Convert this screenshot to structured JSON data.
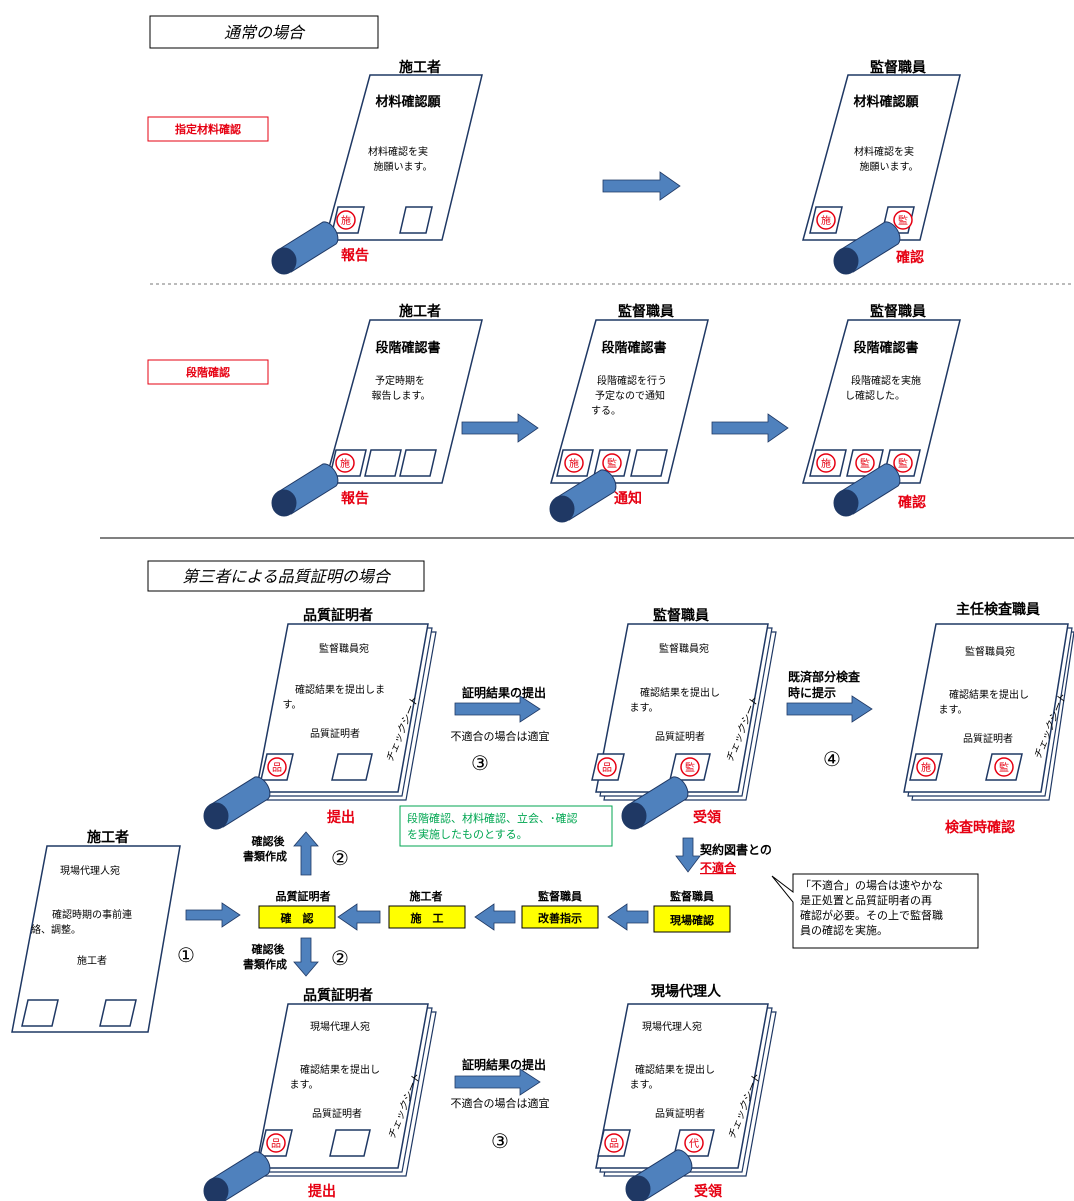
{
  "sections": {
    "normal": "通常の場合",
    "third_party": "第三者による品質証明の場合"
  },
  "normal": {
    "material_label": "指定材料確認",
    "stage_label": "段階確認",
    "mat_doc1": {
      "header": "施工者",
      "title": "材料確認願",
      "body1": "材料確認を実",
      "body2": "施願います。",
      "stamp1": "施",
      "caption": "報告"
    },
    "mat_doc2": {
      "header": "監督職員",
      "title": "材料確認願",
      "body1": "材料確認を実",
      "body2": "施願います。",
      "stamp1": "施",
      "stamp2": "監",
      "caption": "確認"
    },
    "stage_doc1": {
      "header": "施工者",
      "title": "段階確認書",
      "body1": "予定時期を",
      "body2": "報告します。",
      "stamp1": "施",
      "caption": "報告"
    },
    "stage_doc2": {
      "header": "監督職員",
      "title": "段階確認書",
      "body1": "段階確認を行う",
      "body2": "予定なので通知",
      "body3": "する。",
      "stamp1": "施",
      "stamp2": "監",
      "caption": "通知"
    },
    "stage_doc3": {
      "header": "監督職員",
      "title": "段階確認書",
      "body1": "段階確認を実施",
      "body2": "し確認した。",
      "stamp1": "施",
      "stamp2": "監",
      "stamp3": "監",
      "caption": "確認"
    }
  },
  "third": {
    "doc_qc_top": {
      "header": "品質証明者",
      "line1": "監督職員宛",
      "line2": "確認結果を提出しま",
      "line3": "す。",
      "line4": "品質証明者",
      "side": "チェックシート",
      "stamp1": "品",
      "caption": "提出"
    },
    "doc_sup_top": {
      "header": "監督職員",
      "line1": "監督職員宛",
      "line2": "確認結果を提出し",
      "line3": "ます。",
      "line4": "品質証明者",
      "side": "チェックシート",
      "stamp1": "品",
      "stamp2": "監",
      "caption": "受領"
    },
    "doc_chief": {
      "header": "主任検査職員",
      "line1": "監督職員宛",
      "line2": "確認結果を提出し",
      "line3": "ます。",
      "line4": "品質証明者",
      "side": "チェックシート",
      "stamp1": "施",
      "stamp2": "監",
      "caption": "検査時確認"
    },
    "doc_contractor": {
      "header": "施工者",
      "line1": "現場代理人宛",
      "line2": "確認時期の事前連",
      "line3": "絡、調整。",
      "line4": "施工者"
    },
    "doc_qc_bottom": {
      "header": "品質証明者",
      "line1": "現場代理人宛",
      "line2": "確認結果を提出し",
      "line3": "ます。",
      "line4": "品質証明者",
      "side": "チェックシート",
      "stamp1": "品",
      "caption": "提出"
    },
    "doc_rep": {
      "header": "現場代理人",
      "line1": "現場代理人宛",
      "line2": "確認結果を提出し",
      "line3": "ます。",
      "line4": "品質証明者",
      "side": "チェックシート",
      "stamp1": "品",
      "stamp2": "代",
      "caption": "受領"
    },
    "arrow_top_label": "証明結果の提出",
    "arrow_top_sub": "不適合の場合は適宜",
    "num3_top": "③",
    "arrow_exam1": "既済部分検査",
    "arrow_exam2": "時に提示",
    "num4": "④",
    "green_note1": "段階確認、材料確認、立会、･確認",
    "green_note2": "を実施したものとする。",
    "contract_text": "契約図書との",
    "nonconform": "不適合",
    "callout1": "「不適合」の場合は速やかな",
    "callout2": "是正処置と品質証明者の再",
    "callout3": "確認が必要。その上で監督職",
    "callout4": "員の確認を実施。",
    "up_label1": "確認後",
    "up_label2": "書類作成",
    "num2_up": "②",
    "down_label1": "確認後",
    "down_label2": "書類作成",
    "num2_down": "②",
    "num1": "①",
    "box_confirm_header": "品質証明者",
    "box_confirm": "確　認",
    "box_construct_header": "施工者",
    "box_construct": "施　工",
    "box_improve_header": "監督職員",
    "box_improve": "改善指示",
    "box_site_header": "監督職員",
    "box_site": "現場確認",
    "arrow_bottom_label": "証明結果の提出",
    "arrow_bottom_sub": "不適合の場合は適宜",
    "num3_bottom": "③"
  },
  "colors": {
    "red": "#e60012",
    "arrow_blue": "#4f81bd",
    "doc_border": "#1f3864",
    "highlight": "#ffff00",
    "green": "#00a651"
  }
}
